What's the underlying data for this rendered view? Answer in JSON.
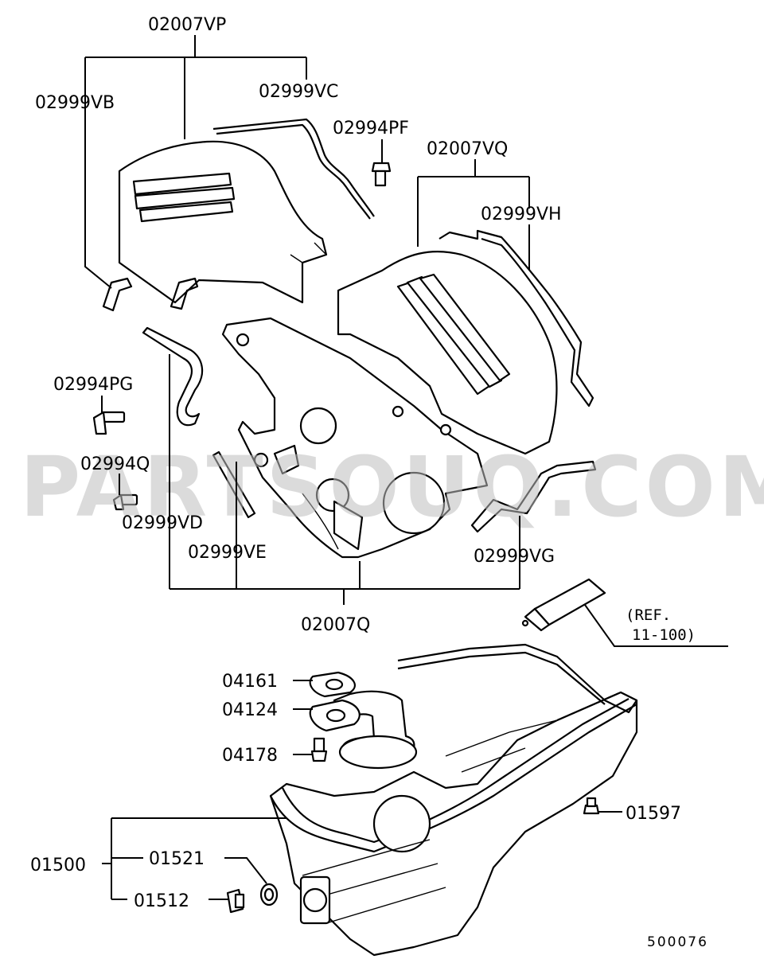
{
  "watermark": "PARTSOUQ.COM",
  "drawing_code": "500076",
  "reference": {
    "line1": "(REF.",
    "line2": "11-100)"
  },
  "parts": {
    "p02007VP": "02007VP",
    "p02999VB": "02999VB",
    "p02999VC": "02999VC",
    "p02994PF": "02994PF",
    "p02007VQ": "02007VQ",
    "p02999VH": "02999VH",
    "p02994PG": "02994PG",
    "p02994Q": "02994Q",
    "p02999VD": "02999VD",
    "p02999VE": "02999VE",
    "p02999VG": "02999VG",
    "p02007Q": "02007Q",
    "p04161": "04161",
    "p04124": "04124",
    "p04178": "04178",
    "p01597": "01597",
    "p01500": "01500",
    "p01521": "01521",
    "p01512": "01512"
  }
}
